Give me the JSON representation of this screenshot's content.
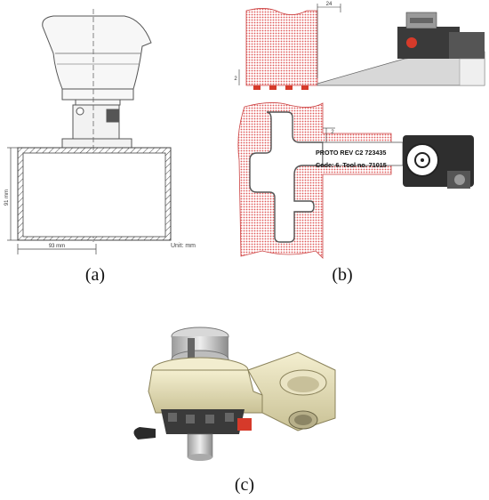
{
  "captions": {
    "a": "(a)",
    "b": "(b)",
    "c": "(c)"
  },
  "panel_a": {
    "width_dim": "93 mm",
    "height_dim": "91 mm",
    "unit_note": "Unit: mm"
  },
  "panel_b": {
    "top_dim": "24",
    "side_dim": "2",
    "mid_dim": "2",
    "label_line1": "PROTO REV C2 723435",
    "label_line2": "Code: 6. Tool no. 71015"
  },
  "colors": {
    "hatch_red": "#e05a5a",
    "grip_beige": "#e9e2b5",
    "tool_silver": "#c8c8c8",
    "dark_body": "#333333",
    "accent_red": "#d63a2a"
  }
}
